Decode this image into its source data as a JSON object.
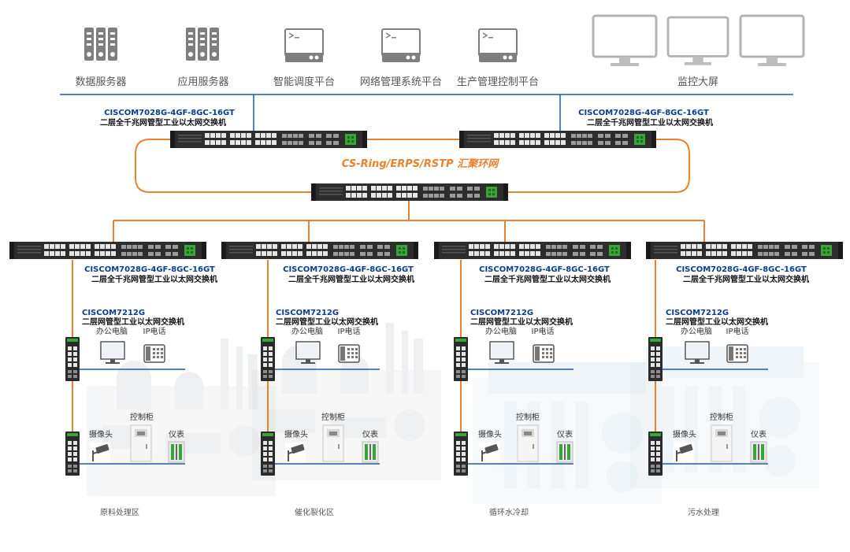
{
  "top_devices": [
    {
      "label": "数据服务器",
      "icon": "server-icon"
    },
    {
      "label": "应用服务器",
      "icon": "server-icon"
    },
    {
      "label": "智能调度平台",
      "icon": "terminal-icon"
    },
    {
      "label": "网络管理系统平台",
      "icon": "terminal-icon"
    },
    {
      "label": "生产管理控制平台",
      "icon": "terminal-icon"
    },
    {
      "label": "监控大屏",
      "icon": "monitor-icon"
    }
  ],
  "core_switches": [
    {
      "model": "CISCOM7028G-4GF-8GC-16GT",
      "desc": "二层全千兆网管型工业以太网交换机"
    },
    {
      "model": "CISCOM7028G-4GF-8GC-16GT",
      "desc": "二层全千兆网管型工业以太网交换机"
    }
  ],
  "ring_label": "CS-Ring/ERPS/RSTP 汇聚环网",
  "zones": [
    {
      "switch_model": "CISCOM7028G-4GF-8GC-16GT",
      "switch_desc": "二层全千兆网管型工业以太网交换机",
      "edge_model": "CISCOM7212G",
      "edge_desc": "二层网管型工业以太网交换机",
      "pc_label": "办公电脑",
      "phone_label": "IP电话",
      "cabinet_label": "控制柜",
      "camera_label": "摄像头",
      "meter_label": "仪表",
      "name": "原料处理区"
    },
    {
      "switch_model": "CISCOM7028G-4GF-8GC-16GT",
      "switch_desc": "二层全千兆网管型工业以太网交换机",
      "edge_model": "CISCOM7212G",
      "edge_desc": "二层网管型工业以太网交换机",
      "pc_label": "办公电脑",
      "phone_label": "IP电话",
      "cabinet_label": "控制柜",
      "camera_label": "摄像头",
      "meter_label": "仪表",
      "name": "催化裂化区"
    },
    {
      "switch_model": "CISCOM7028G-4GF-8GC-16GT",
      "switch_desc": "二层全千兆网管型工业以太网交换机",
      "edge_model": "CISCOM7212G",
      "edge_desc": "二层网管型工业以太网交换机",
      "pc_label": "办公电脑",
      "phone_label": "IP电话",
      "cabinet_label": "控制柜",
      "camera_label": "摄像头",
      "meter_label": "仪表",
      "name": "循环水冷却"
    },
    {
      "switch_model": "CISCOM7028G-4GF-8GC-16GT",
      "switch_desc": "二层全千兆网管型工业以太网交换机",
      "edge_model": "CISCOM7212G",
      "edge_desc": "二层网管型工业以太网交换机",
      "pc_label": "办公电脑",
      "phone_label": "IP电话",
      "cabinet_label": "控制柜",
      "camera_label": "摄像头",
      "meter_label": "仪表",
      "name": "污水处理"
    }
  ],
  "colors": {
    "orange": "#e9822e",
    "blue": "#1f5aa6",
    "model_blue": "#0a3d8f",
    "switch_body": "#2b2b2b",
    "port": "#e8e8e8",
    "green": "#3aa33a"
  }
}
